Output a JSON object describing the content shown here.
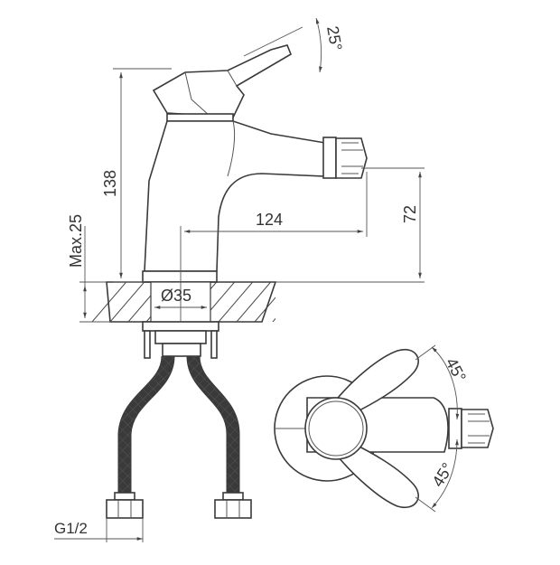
{
  "drawing": {
    "dimensions": {
      "lever_angle": "25°",
      "total_height": "138",
      "spout_reach": "124",
      "spout_height": "72",
      "max_deck_thickness": "Max.25",
      "mounting_hole_diameter": "Ø35",
      "hose_thread": "G1/2",
      "top_angle_upper": "45°",
      "top_angle_lower": "45°"
    },
    "colors": {
      "ink": "#3a3a3a",
      "background": "#ffffff"
    }
  }
}
